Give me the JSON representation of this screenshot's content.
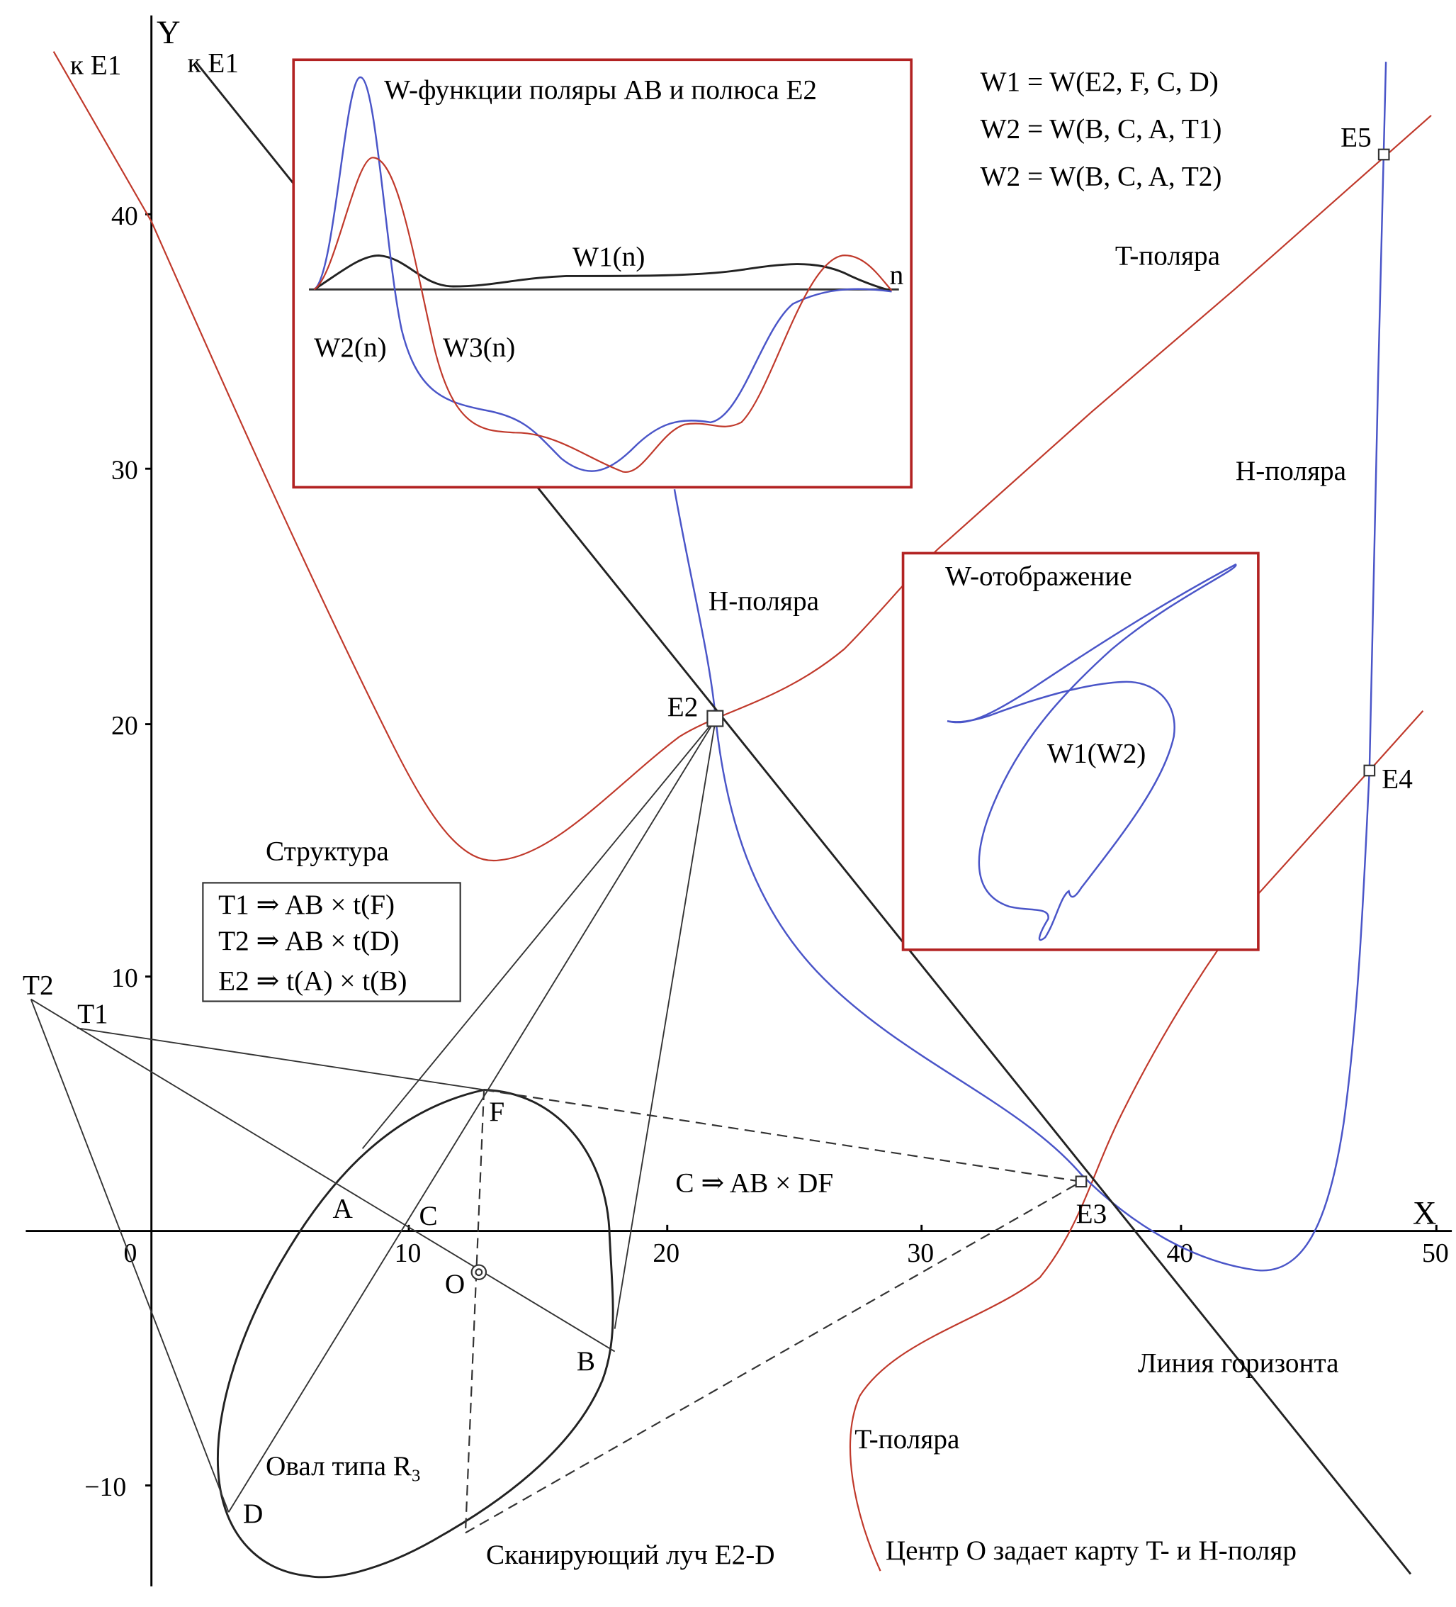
{
  "axes": {
    "x_label": "X",
    "y_label": "Y",
    "x_ticks": [
      "0",
      "10",
      "20",
      "30",
      "40",
      "50"
    ],
    "y_ticks": [
      "40",
      "30",
      "20",
      "10",
      "−10"
    ]
  },
  "colors": {
    "t_polar": "#c0392b",
    "h_polar": "#4a55c8",
    "inset_border": "#b22222"
  },
  "labels": {
    "to_e1_left": "к E1",
    "to_e1_right": "к E1",
    "w_defs": [
      "W1 = W(E2, F, C, D)",
      "W2 = W(B, C, A, T1)",
      "W2 = W(B, C, A, T2)"
    ],
    "e5": "E5",
    "e4": "E4",
    "e3": "E3",
    "e2": "E2",
    "t_polar_top": "T-поляра",
    "h_polar_right": "H-поляра",
    "h_polar_center": "H-поляра",
    "t_polar_bottom": "T-поляра",
    "horizon": "Линия горизонта",
    "center_note": "Центр O задает карту T- и H-поляр",
    "scan_ray": "Сканирующий луч E2-D",
    "oval": "Овал типа R",
    "oval_sub": "3",
    "c_def": "C ⇒ AB × DF",
    "T1": "T1",
    "T2": "T2",
    "A": "A",
    "B": "B",
    "C": "C",
    "D": "D",
    "F": "F",
    "O": "O"
  },
  "structure": {
    "title": "Структура",
    "rows": [
      "T1 ⇒ AB × t(F)",
      "T2 ⇒ AB × t(D)",
      "E2 ⇒ t(A) × t(B)"
    ]
  },
  "inset_functions": {
    "title": "W-функции поляры AB и полюса E2",
    "w1": "W1(n)",
    "w2": "W2(n)",
    "w3": "W3(n)",
    "n": "n"
  },
  "inset_mapping": {
    "title": "W-отображение",
    "curve": "W1(W2)"
  }
}
